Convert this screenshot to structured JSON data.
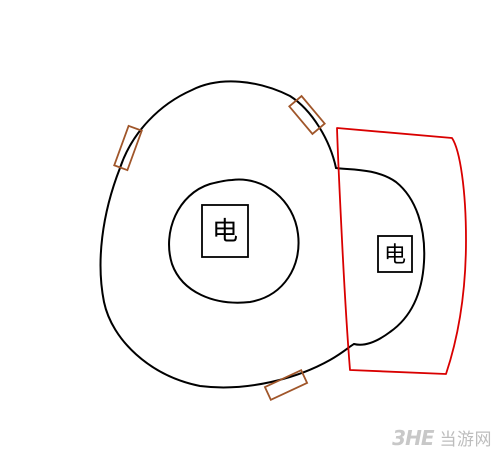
{
  "diagram": {
    "center_label": "电",
    "side_label": "电"
  },
  "watermark": {
    "logo": "3HE",
    "site": "当游网"
  },
  "colors": {
    "outline": "#000000",
    "highlight_red": "#d90000",
    "tape_brown": "#a0562a",
    "watermark": "#bdbdbd"
  }
}
